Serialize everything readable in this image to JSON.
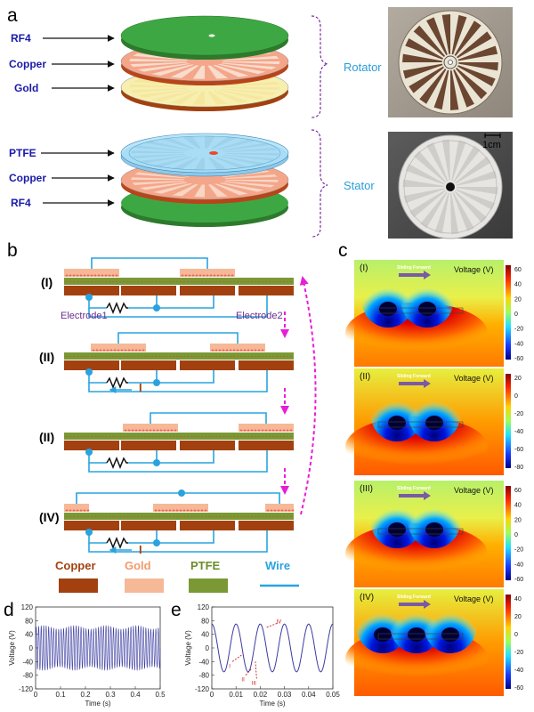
{
  "panels": {
    "a": "a",
    "b": "b",
    "c": "c",
    "d": "d",
    "e": "e"
  },
  "panel_a": {
    "rotator_layers": [
      "RF4",
      "Copper",
      "Gold"
    ],
    "stator_layers": [
      "PTFE",
      "Copper",
      "RF4"
    ],
    "rotator_label": "Rotator",
    "stator_label": "Stator",
    "scale_bar": "1cm"
  },
  "panel_b": {
    "stages": [
      "(I)",
      "(II)",
      "(II)",
      "(IV)"
    ],
    "electrode1": "Electrode1",
    "electrode2": "Electrode2",
    "current_label": "I",
    "legend": [
      {
        "label": "Copper",
        "color": "#a2410f"
      },
      {
        "label": "Gold",
        "color": "#f5b998"
      },
      {
        "label": "PTFE",
        "color": "#7a9935"
      },
      {
        "label": "Wire",
        "color": "#29a3df"
      }
    ]
  },
  "panel_c": {
    "sliding_label": "Sliding Forward",
    "colorbar_title": "Voltage (V)",
    "maps": [
      {
        "stage": "(I)",
        "ticks": [
          "60",
          "40",
          "20",
          "0",
          "-20",
          "-40",
          "-60"
        ]
      },
      {
        "stage": "(II)",
        "ticks": [
          "20",
          "0",
          "-20",
          "-40",
          "-60",
          "-80"
        ]
      },
      {
        "stage": "(III)",
        "ticks": [
          "60",
          "40",
          "20",
          "0",
          "-20",
          "-40",
          "-60"
        ]
      },
      {
        "stage": "(IV)",
        "ticks": [
          "40",
          "20",
          "0",
          "-20",
          "-40",
          "-60"
        ]
      }
    ]
  },
  "chart_data": [
    {
      "type": "line",
      "xlabel": "Time (s)",
      "ylabel": "Voltage (V)",
      "xlim": [
        0,
        0.5
      ],
      "ylim": [
        -120,
        120
      ],
      "xticks": [
        "0",
        "0.1",
        "0.2",
        "0.3",
        "0.4",
        "0.5"
      ],
      "yticks": [
        "120",
        "80",
        "40",
        "0",
        "-40",
        "-80",
        "-120"
      ],
      "series": [
        {
          "frequency_hz": 100,
          "amplitude_v": 65
        }
      ]
    },
    {
      "type": "line",
      "xlabel": "Time (s)",
      "ylabel": "Voltage (V)",
      "xlim": [
        0,
        0.05
      ],
      "ylim": [
        -120,
        120
      ],
      "xticks": [
        "0",
        "0.01",
        "0.02",
        "0.03",
        "0.04",
        "0.05"
      ],
      "yticks": [
        "120",
        "80",
        "40",
        "0",
        "-40",
        "-80",
        "-120"
      ],
      "series": [
        {
          "frequency_hz": 100,
          "amplitude_v": 70
        }
      ],
      "annotations": [
        "I",
        "II",
        "III",
        "IV"
      ]
    }
  ]
}
